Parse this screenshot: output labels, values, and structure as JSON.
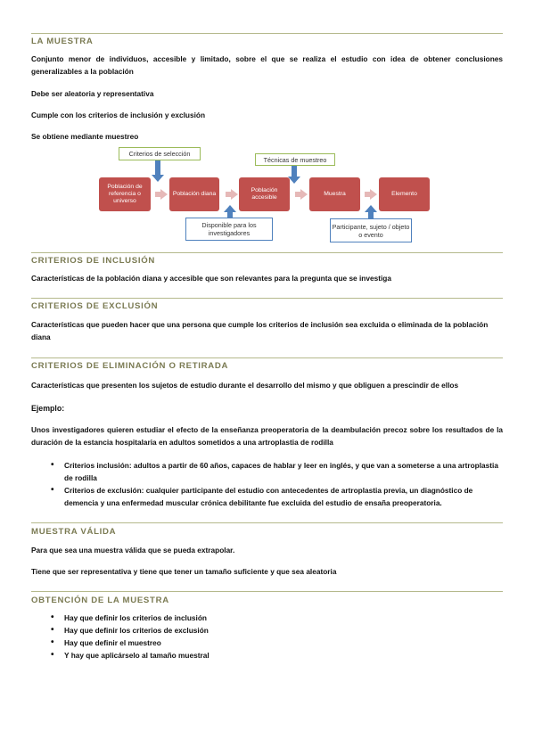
{
  "sections": {
    "muestra": {
      "heading": "LA MUESTRA",
      "p1": "Conjunto menor de individuos, accesible y limitado, sobre el que se realiza el estudio con idea de obtener conclusiones generalizables a la población",
      "p2": "Debe ser aleatoria y representativa",
      "p3": "Cumple con los criterios de inclusión y exclusión",
      "p4": "Se obtiene mediante muestreo"
    },
    "inclusion": {
      "heading": "CRITERIOS DE INCLUSIÓN",
      "p1": "Características de la población diana y accesible que son relevantes para la pregunta que se investiga"
    },
    "exclusion": {
      "heading": "CRITERIOS DE EXCLUSIÓN",
      "p1": "Características que pueden hacer que una persona que cumple los criterios de inclusión sea excluida o eliminada de la población diana"
    },
    "eliminacion": {
      "heading": "CRITERIOS DE ELIMINACIÓN O RETIRADA",
      "p1": "Características que presenten los sujetos de estudio durante el desarrollo del mismo y que obliguen a prescindir de ellos",
      "ejemplo": "Ejemplo:",
      "p2": "Unos investigadores quieren estudiar el efecto de la enseñanza preoperatoria de la deambulación precoz sobre los resultados de la duración de la estancia hospitalaria en adultos sometidos a una artroplastia de rodilla",
      "bullets": [
        "Criterios inclusión: adultos a partir de 60 años, capaces de hablar y leer en inglés, y que van a someterse a una artroplastia de rodilla",
        "Criterios de exclusión: cualquier participante del estudio con antecedentes de artroplastia previa, un diagnóstico de demencia y una enfermedad muscular crónica debilitante fue excluida del estudio de ensaña preoperatoria."
      ]
    },
    "valida": {
      "heading": "MUESTRA VÁLIDA",
      "p1": "Para que sea una muestra válida que se pueda extrapolar.",
      "p2": "Tiene que ser representativa y tiene que tener un tamaño suficiente y que sea aleatoria"
    },
    "obtencion": {
      "heading": "OBTENCIÓN DE LA MUESTRA",
      "bullets": [
        "Hay que definir los criterios de inclusión",
        "Hay que definir los criterios de exclusión",
        "Hay que definir el muestreo",
        "Y hay que aplicárselo al tamaño muestral"
      ]
    }
  },
  "diagram": {
    "boxes": [
      "Población de referencia o universo",
      "Población diana",
      "Población accesible",
      "Muestra",
      "Elemento"
    ],
    "callouts": {
      "seleccion": "Criterios de selección",
      "disponible": "Disponible para los investigadores",
      "tecnicas": "Técnicas de muestreo",
      "participante": "Participante, sujeto / objeto o evento"
    },
    "colors": {
      "box": "#c0504d",
      "chevron": "#e6b9b8",
      "arrow": "#4f81bd",
      "green_border": "#9bbb59",
      "blue_border": "#4f81bd"
    }
  }
}
